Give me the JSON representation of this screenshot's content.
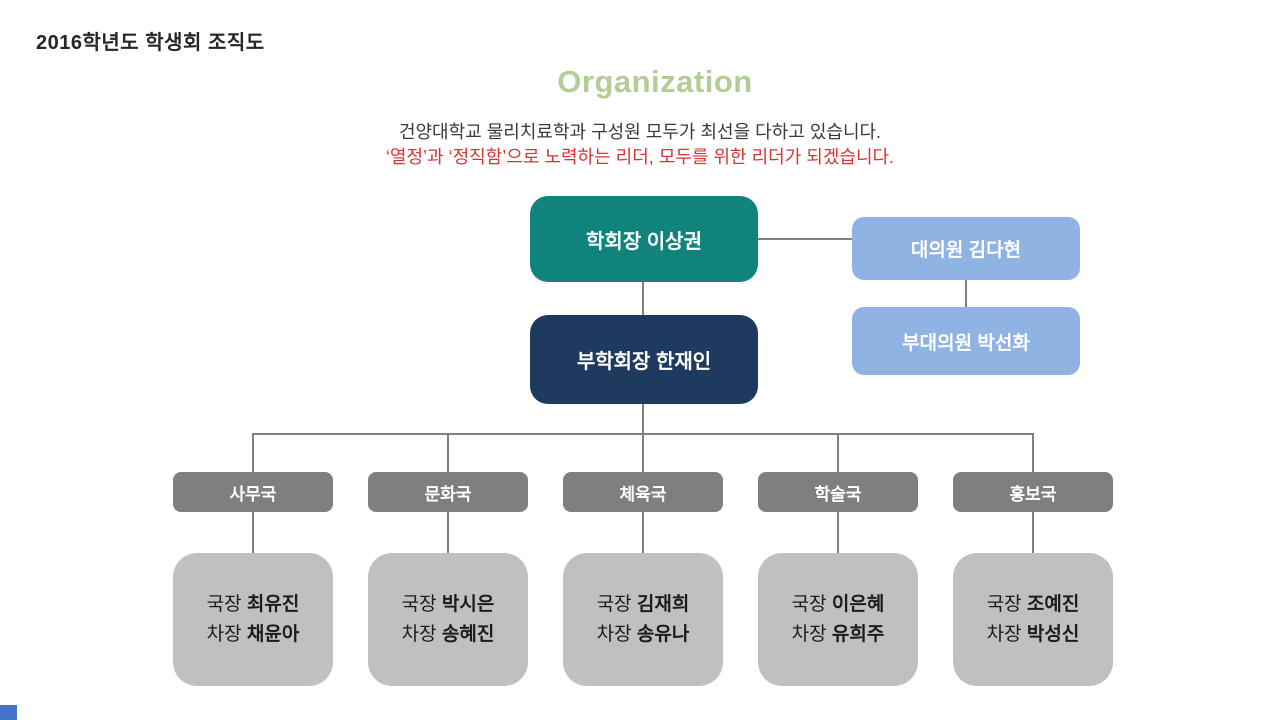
{
  "slide": {
    "title": "2016학년도 학생회 조직도",
    "heading": "Organization",
    "subtitle_line1": "건양대학교 물리치료학과 구성원 모두가 최선을 다하고 있습니다.",
    "subtitle_line2": "‘열정’과 ‘정직함’으로 노력하는 리더, 모두를 위한 리더가 되겠습니다."
  },
  "colors": {
    "teal": "#10837d",
    "navy": "#1e3a5f",
    "light_blue": "#8fb4e3",
    "header_gray": "#7f7f7f",
    "member_gray": "#c0c0c0",
    "heading_green": "#b4cc96",
    "subtitle_red": "#d93333",
    "connector_gray": "#808080",
    "accent_blue": "#4472c4"
  },
  "org": {
    "president": "학회장 이상권",
    "vice_president": "부학회장 한재인",
    "delegate": "대의원 김다현",
    "vice_delegate": "부대의원 박선화",
    "director_label": "국장",
    "deputy_label": "차장",
    "departments": [
      {
        "name": "사무국",
        "director": "최유진",
        "deputy": "채윤아"
      },
      {
        "name": "문화국",
        "director": "박시은",
        "deputy": "송혜진"
      },
      {
        "name": "체육국",
        "director": "김재희",
        "deputy": "송유나"
      },
      {
        "name": "학술국",
        "director": "이은혜",
        "deputy": "유희주"
      },
      {
        "name": "홍보국",
        "director": "조예진",
        "deputy": "박성신"
      }
    ]
  }
}
